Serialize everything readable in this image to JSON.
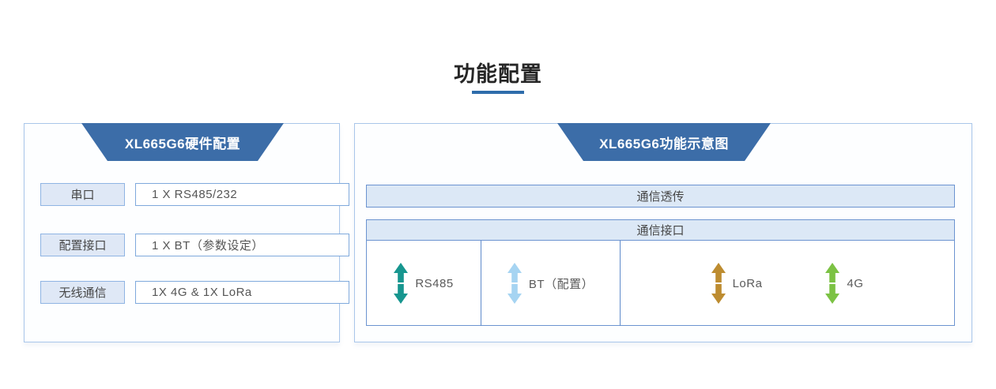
{
  "page": {
    "title": "功能配置"
  },
  "hardware_panel": {
    "title": "XL665G6硬件配置",
    "rows": [
      {
        "label": "串口",
        "value": "1 X RS485/232"
      },
      {
        "label": "配置接口",
        "value": "1 X BT（参数设定）"
      },
      {
        "label": "无线通信",
        "value": "1X 4G & 1X LoRa"
      }
    ]
  },
  "schematic_panel": {
    "title": "XL665G6功能示意图",
    "transparent_bar": "通信透传",
    "interface_header": "通信接口",
    "interfaces": [
      {
        "label": "RS485",
        "arrow_icon": "double-vertical-arrow-icon",
        "arrow_color": "#17968f"
      },
      {
        "label": "BT（配置）",
        "arrow_icon": "double-vertical-arrow-icon",
        "arrow_color": "#a6d4f2"
      },
      {
        "label": "LoRa",
        "arrow_icon": "double-vertical-arrow-icon",
        "arrow_color": "#bd8c30"
      },
      {
        "label": "4G",
        "arrow_icon": "double-vertical-arrow-icon",
        "arrow_color": "#7cc244"
      }
    ]
  },
  "colors": {
    "header_trapezoid": "#3c6da8",
    "title_underline": "#2e6cab",
    "panel_border": "#a9c6ea",
    "label_cell_bg": "#dfe8f6",
    "table_border": "#6b93d0"
  }
}
